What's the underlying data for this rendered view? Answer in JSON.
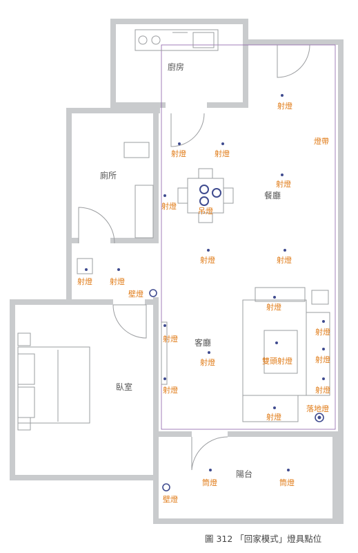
{
  "rooms": {
    "kitchen": "廚房",
    "toilet": "廁所",
    "dining": "餐廳",
    "living": "客廳",
    "bedroom": "臥室",
    "balcony": "陽台"
  },
  "lights": {
    "spot": "射燈",
    "strip": "燈帶",
    "pendant": "吊燈",
    "wall": "壁燈",
    "twin_spot": "雙頭射燈",
    "floor_lamp": "落地燈",
    "downlight": "筒燈"
  },
  "caption": "圖 312 「回家模式」燈具點位",
  "colors": {
    "wall": "#c9cbcd",
    "light_label": "#e07b17",
    "fixture": "#3f4b8f",
    "strip_line": "#8b5fa8"
  }
}
